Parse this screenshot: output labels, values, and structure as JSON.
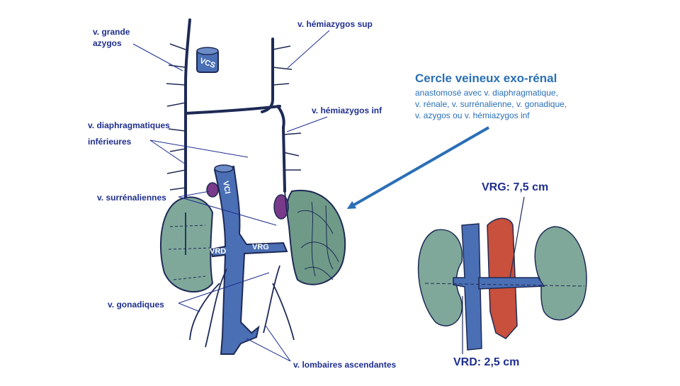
{
  "labels": {
    "grande_azygos_1": "v. grande",
    "grande_azygos_2": "azygos",
    "hemiazygos_sup": "v. hémiazygos sup",
    "hemiazygos_inf": "v. hémiazygos inf",
    "diaphragmatiques": "v. diaphragmatiques",
    "inferieures": "inférieures",
    "surrenaliennes": "v. surrénaliennes",
    "gonadiques": "v. gonadiques",
    "lombaires": "v. lombaires ascendantes",
    "vcs": "VCS",
    "vci": "VCI",
    "vrd": "VRD",
    "vrg": "VRG"
  },
  "callout": {
    "title": "Cercle veineux exo-rénal",
    "line1": "anastomosé avec v. diaphragmatique,",
    "line2": "v. rénale, v. surrénalienne, v. gonadique,",
    "line3": "v. azygos ou v. hémiazygos inf"
  },
  "measures": {
    "vrg": "VRG: 7,5 cm",
    "vrd": "VRD: 2,5 cm"
  },
  "colors": {
    "vein": "#4a6fb5",
    "vein_dark": "#1e2a55",
    "kidney": "#7fa89a",
    "adrenal": "#7a3a8a",
    "aorta": "#c8503c",
    "label": "#1f2f8f",
    "arrow": "#2a6fb6"
  }
}
